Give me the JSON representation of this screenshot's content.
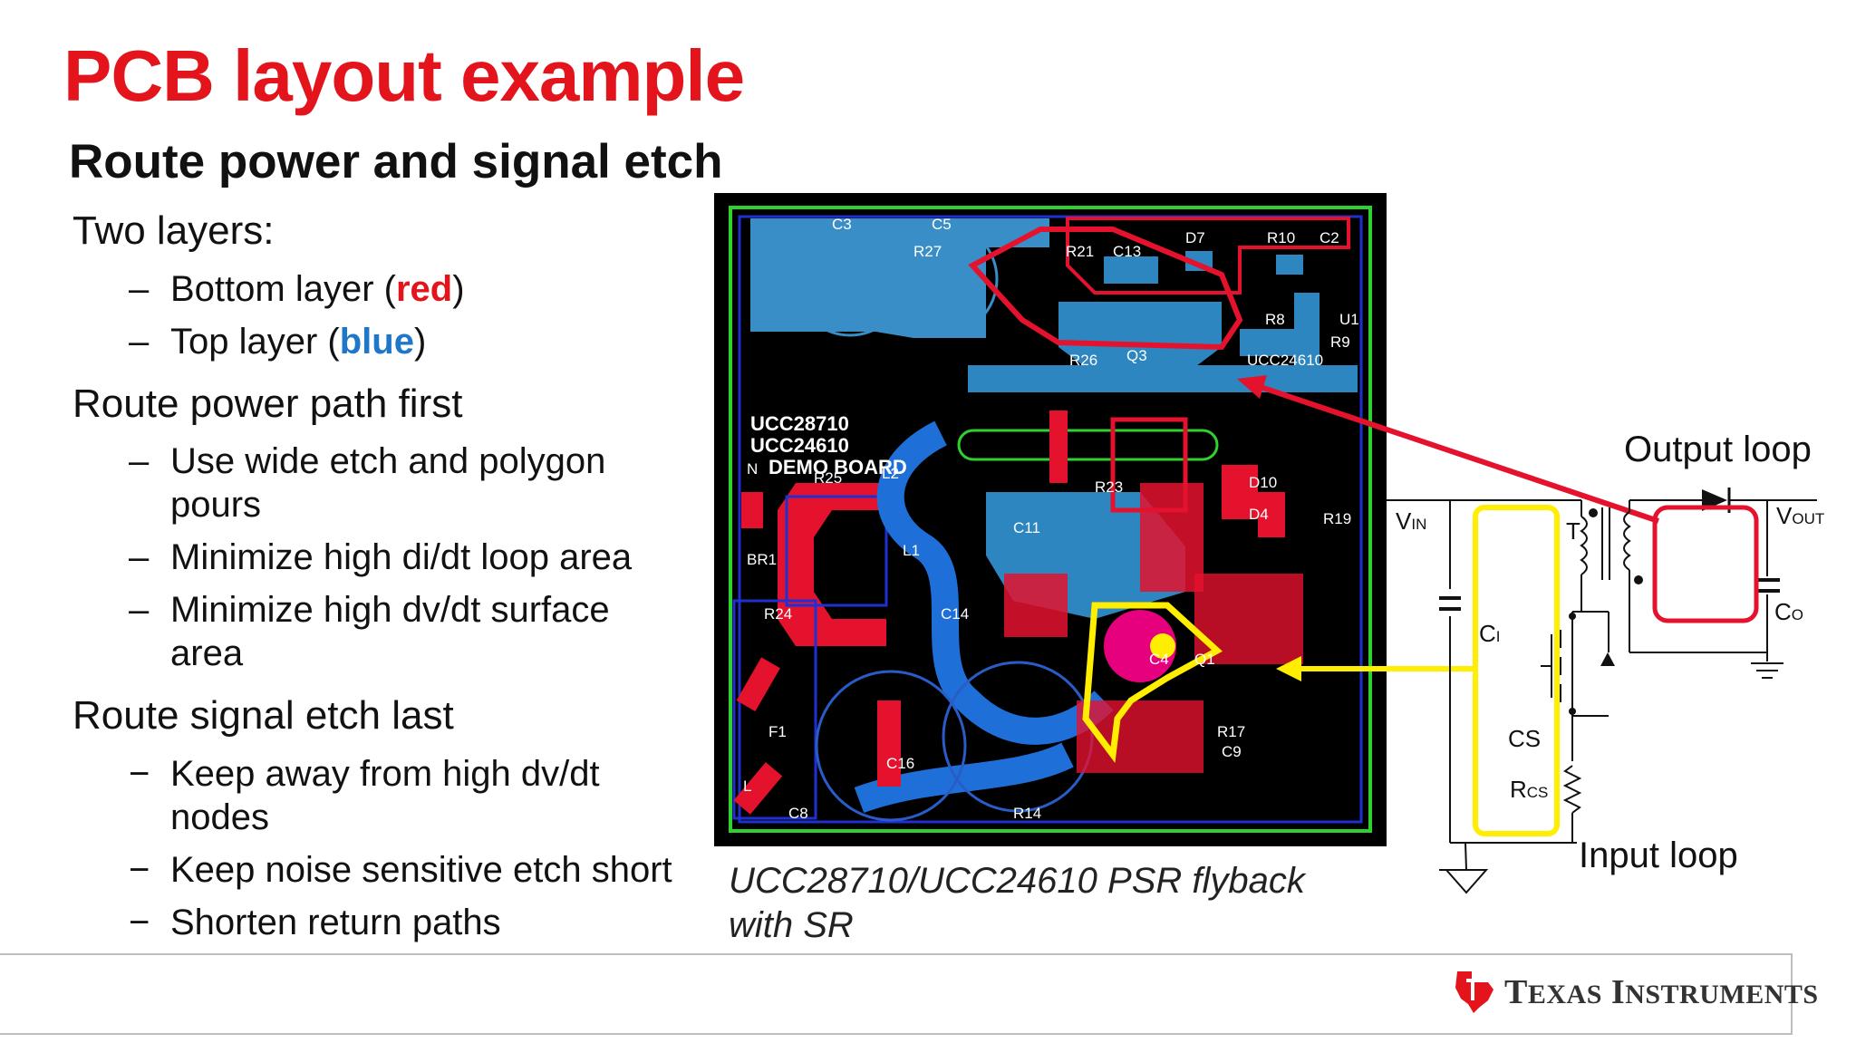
{
  "slide": {
    "title": "PCB layout example",
    "subtitle": "Route power and signal etch"
  },
  "bullets": {
    "two_layers": "Two layers:",
    "bottom_prefix": "Bottom layer (",
    "bottom_word": "red",
    "bottom_suffix": ")",
    "top_prefix": "Top layer (",
    "top_word": "blue",
    "top_suffix": ")",
    "route_power": "Route power path first",
    "wide_etch_1": "Use wide etch and polygon",
    "wide_etch_2": "pours",
    "min_didt": "Minimize high di/dt loop area",
    "min_dvdt_1": "Minimize high dv/dt surface",
    "min_dvdt_2": "area",
    "route_signal": "Route signal etch last",
    "keep_away_1": "Keep away from high dv/dt",
    "keep_away_2": "nodes",
    "keep_noise": "Keep noise sensitive etch short",
    "shorten": "Shorten return paths",
    "dash_1": "–",
    "dash_2": "−"
  },
  "pcb": {
    "board_text_1": "UCC28710",
    "board_text_2": "UCC24610",
    "board_text_3": "DEMO BOARD",
    "ref_c3": "C3",
    "ref_c5": "C5",
    "ref_r27": "R27",
    "ref_r21": "R21",
    "ref_c13": "C13",
    "ref_d7": "D7",
    "ref_r10": "R10",
    "ref_c2": "C2",
    "ref_r8": "R8",
    "ref_u1": "U1",
    "ref_r9": "R9",
    "ref_r26": "R26",
    "ref_q3": "Q3",
    "ref_ucc": "UCC24610",
    "ref_l2": "L2",
    "ref_r25": "R25",
    "ref_br1": "BR1",
    "ref_l1": "L1",
    "ref_c11": "C11",
    "ref_d10": "D10",
    "ref_d4": "D4",
    "ref_r19": "R19",
    "ref_c4": "C4",
    "ref_q1": "Q1",
    "ref_f1": "F1",
    "ref_c16": "C16",
    "ref_c8": "C8",
    "ref_r17": "R17",
    "ref_c9": "C9",
    "ref_r14": "R14",
    "ref_r23": "R23",
    "ref_c14": "C14",
    "ref_r24": "R24",
    "ref_n": "N",
    "ref_l": "L"
  },
  "caption": {
    "line1": "UCC28710/UCC24610 PSR flyback",
    "line2": "with SR"
  },
  "schematic": {
    "output_loop": "Output loop",
    "input_loop": "Input loop",
    "vin": "V",
    "vin_sub": "IN",
    "vout": "V",
    "vout_sub": "OUT",
    "t": "T",
    "ci": "C",
    "ci_sub": "I",
    "co": "C",
    "co_sub": "O",
    "cs": "CS",
    "rcs": "R",
    "rcs_sub": "CS"
  },
  "footer": {
    "brand_t": "T",
    "brand_exas": "EXAS",
    "brand_i": "I",
    "brand_nstruments": "NSTRUMENTS"
  },
  "colors": {
    "title_red": "#e3141b",
    "bottom_layer": "#e3141b",
    "top_layer": "#1f77c9",
    "loop_highlight": "#ffee00",
    "board_bg": "#000000"
  }
}
